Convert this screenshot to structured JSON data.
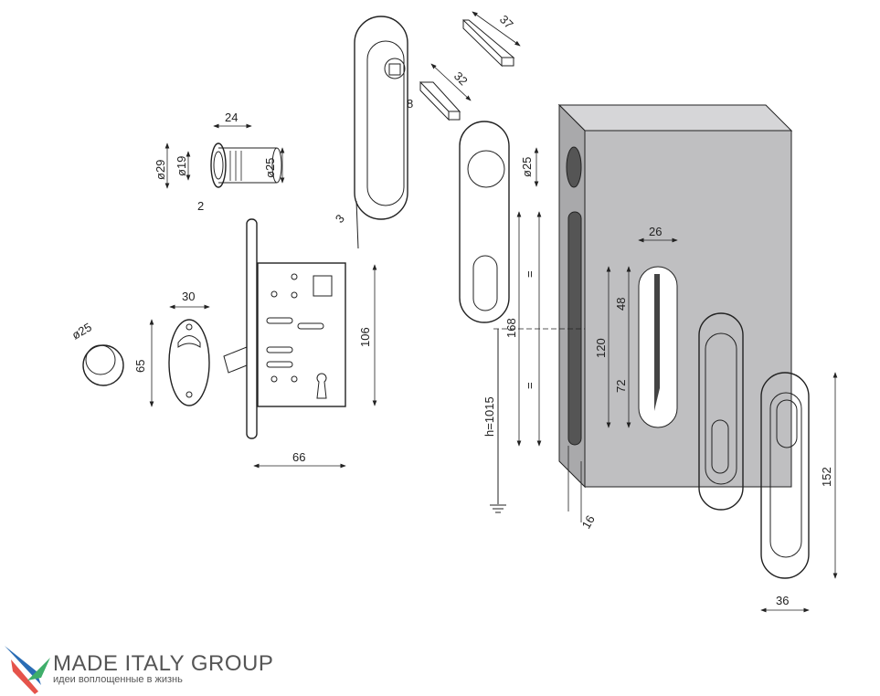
{
  "dimensions": {
    "cylinder_length": "24",
    "cylinder_outer_dia": "ø29",
    "cylinder_inner_dia": "ø19",
    "cylinder_body_dia": "ø25",
    "cylinder_flange": "2",
    "escutcheon_width": "30",
    "escutcheon_height": "65",
    "ring_dia": "ø25",
    "lock_height": "106",
    "lock_depth": "66",
    "handle_thickness": "3",
    "spindle_square": "8",
    "spindle_short": "32",
    "spindle_long": "37",
    "door_hole_dia": "ø25",
    "slot_width": "26",
    "equal_top": "=",
    "equal_bottom": "=",
    "plate_spacing": "168",
    "slot_upper": "48",
    "slot_total": "120",
    "slot_lower": "72",
    "handle_height_floor": "h=1015",
    "edge_offset": "16",
    "handle_length": "152",
    "handle_width": "36"
  },
  "logo": {
    "title": "MADE ITALY GROUP",
    "tagline": "идеи воплощенные в жизнь",
    "colors": {
      "blue": "#2a6db5",
      "red": "#e5534b",
      "green": "#3fae6a"
    }
  },
  "colors": {
    "door": "#bfbfc1",
    "door_top": "#d6d6d8",
    "hole": "#555555"
  }
}
